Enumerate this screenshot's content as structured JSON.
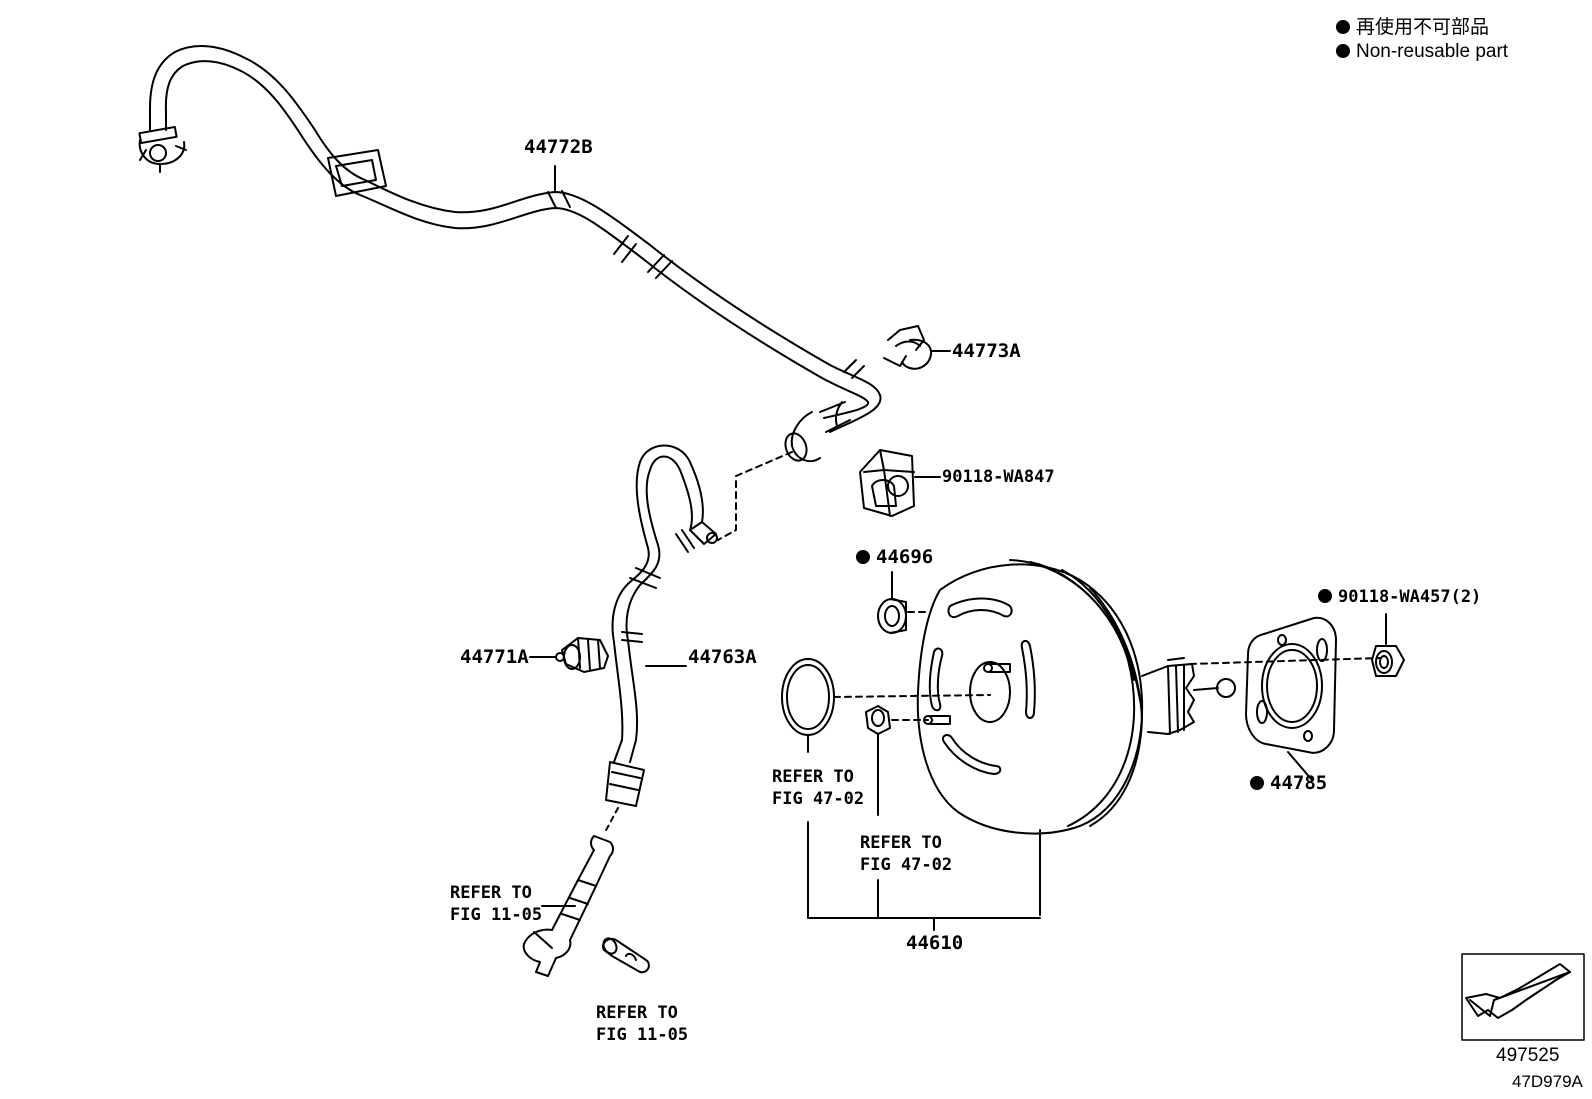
{
  "legend": {
    "jp_text": "再使用不可部品",
    "en_text": "Non-reusable part"
  },
  "parts": {
    "hose_upper": "44772B",
    "clamp": "44773A",
    "clip": "90118-WA847",
    "hose_lower": "44763A",
    "check_valve": "44771A",
    "grommet": "44696",
    "nut": "90118-WA457(2)",
    "gasket": "44785",
    "booster_assy": "44610"
  },
  "refs": {
    "ref_to": "REFER TO",
    "fig_11_05": "FIG 11-05",
    "fig_47_02": "FIG 47-02"
  },
  "footer": {
    "view_code": "497525",
    "drawing_code": "47D979A"
  }
}
